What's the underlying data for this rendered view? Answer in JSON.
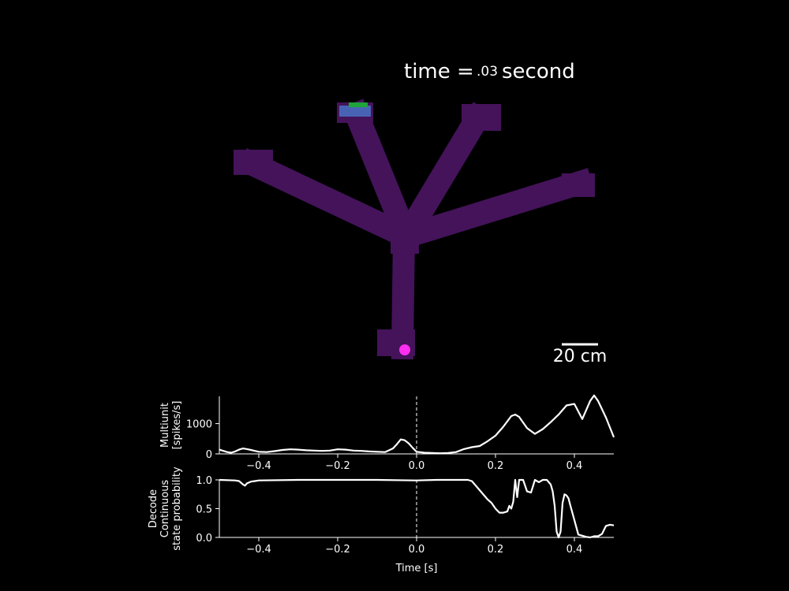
{
  "title": {
    "prefix": "time = ",
    "value": ".03",
    "suffix": " second"
  },
  "scale_bar": {
    "label": "20 cm"
  },
  "colors": {
    "background": "#000000",
    "track": "#44135a",
    "posterior_hot": "#1fa33a",
    "posterior_mid": "#4a72c4",
    "animal": "#ff2ef0",
    "line": "#ffffff"
  },
  "chart_data": [
    {
      "type": "line",
      "ylabel_lines": [
        "Multiunit",
        "[spikes/s]"
      ],
      "xlim": [
        -0.5,
        0.5
      ],
      "ylim": [
        0,
        1900
      ],
      "yticks": [
        0,
        1000
      ],
      "xticks": [
        -0.4,
        -0.2,
        0.0,
        0.2,
        0.4
      ],
      "xtick_labels": [
        "−0.4",
        "−0.2",
        "0.0",
        "0.2",
        "0.4"
      ],
      "ytick_labels": [
        "0",
        "1000"
      ],
      "marker_x": 0.0,
      "x": [
        -0.5,
        -0.49,
        -0.48,
        -0.47,
        -0.46,
        -0.45,
        -0.44,
        -0.43,
        -0.42,
        -0.41,
        -0.4,
        -0.38,
        -0.36,
        -0.34,
        -0.32,
        -0.3,
        -0.28,
        -0.26,
        -0.24,
        -0.22,
        -0.2,
        -0.18,
        -0.16,
        -0.14,
        -0.12,
        -0.1,
        -0.08,
        -0.06,
        -0.05,
        -0.04,
        -0.03,
        -0.02,
        -0.01,
        0.0,
        0.02,
        0.04,
        0.06,
        0.08,
        0.1,
        0.12,
        0.14,
        0.16,
        0.18,
        0.2,
        0.22,
        0.24,
        0.25,
        0.26,
        0.28,
        0.3,
        0.32,
        0.34,
        0.36,
        0.38,
        0.4,
        0.42,
        0.44,
        0.45,
        0.46,
        0.48,
        0.5
      ],
      "y": [
        140,
        100,
        60,
        40,
        80,
        140,
        180,
        160,
        130,
        100,
        70,
        60,
        90,
        130,
        150,
        140,
        120,
        110,
        100,
        110,
        150,
        140,
        110,
        100,
        80,
        70,
        60,
        180,
        320,
        480,
        450,
        350,
        200,
        70,
        40,
        30,
        20,
        30,
        60,
        160,
        220,
        260,
        420,
        600,
        900,
        1250,
        1300,
        1220,
        850,
        660,
        820,
        1050,
        1300,
        1600,
        1650,
        1150,
        1750,
        1930,
        1750,
        1200,
        550
      ]
    },
    {
      "type": "line",
      "ylabel_lines": [
        "Decode",
        "Continuous",
        "state probability"
      ],
      "xlim": [
        -0.5,
        0.5
      ],
      "ylim": [
        0,
        1.0
      ],
      "yticks": [
        0,
        0.5,
        1.0
      ],
      "ytick_labels": [
        "0.0",
        "0.5",
        "1.0"
      ],
      "xticks": [
        -0.4,
        -0.2,
        0.0,
        0.2,
        0.4
      ],
      "xtick_labels": [
        "−0.4",
        "−0.2",
        "0.0",
        "0.2",
        "0.4"
      ],
      "xlabel": "Time [s]",
      "marker_x": 0.0,
      "x": [
        -0.5,
        -0.46,
        -0.45,
        -0.44,
        -0.435,
        -0.43,
        -0.42,
        -0.41,
        -0.4,
        -0.3,
        -0.2,
        -0.1,
        0.0,
        0.05,
        0.1,
        0.12,
        0.13,
        0.14,
        0.15,
        0.16,
        0.17,
        0.18,
        0.19,
        0.2,
        0.21,
        0.22,
        0.23,
        0.235,
        0.24,
        0.245,
        0.25,
        0.255,
        0.26,
        0.27,
        0.28,
        0.29,
        0.3,
        0.31,
        0.32,
        0.33,
        0.34,
        0.345,
        0.35,
        0.355,
        0.36,
        0.365,
        0.37,
        0.375,
        0.38,
        0.385,
        0.39,
        0.4,
        0.41,
        0.42,
        0.43,
        0.44,
        0.45,
        0.46,
        0.47,
        0.48,
        0.49,
        0.5
      ],
      "y": [
        1.0,
        0.99,
        0.98,
        0.92,
        0.9,
        0.94,
        0.97,
        0.98,
        0.99,
        1.0,
        1.0,
        1.0,
        0.99,
        1.0,
        1.0,
        1.0,
        1.0,
        0.98,
        0.9,
        0.82,
        0.74,
        0.66,
        0.6,
        0.5,
        0.43,
        0.43,
        0.45,
        0.55,
        0.5,
        0.62,
        1.0,
        0.7,
        1.0,
        1.0,
        0.8,
        0.78,
        1.0,
        0.96,
        1.0,
        1.0,
        0.92,
        0.8,
        0.55,
        0.1,
        0.0,
        0.1,
        0.6,
        0.75,
        0.73,
        0.68,
        0.55,
        0.3,
        0.05,
        0.03,
        0.01,
        0.0,
        0.02,
        0.02,
        0.06,
        0.2,
        0.22,
        0.21
      ]
    }
  ]
}
